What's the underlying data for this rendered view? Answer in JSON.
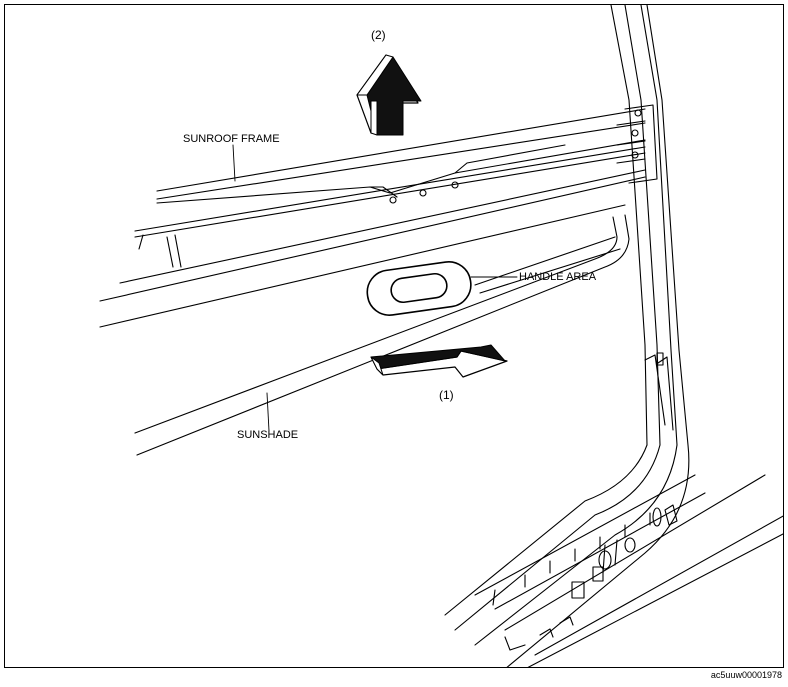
{
  "labels": {
    "step_1": "(1)",
    "step_2": "(2)",
    "sunroof_frame": "SUNROOF FRAME",
    "handle_area": "HANDLE AREA",
    "sunshade": "SUNSHADE"
  },
  "image_code": "ac5uuw00001978",
  "colors": {
    "ink": "#000000",
    "paper": "#ffffff"
  },
  "icons": [
    "up-arrow-icon",
    "slide-arrow-icon"
  ]
}
